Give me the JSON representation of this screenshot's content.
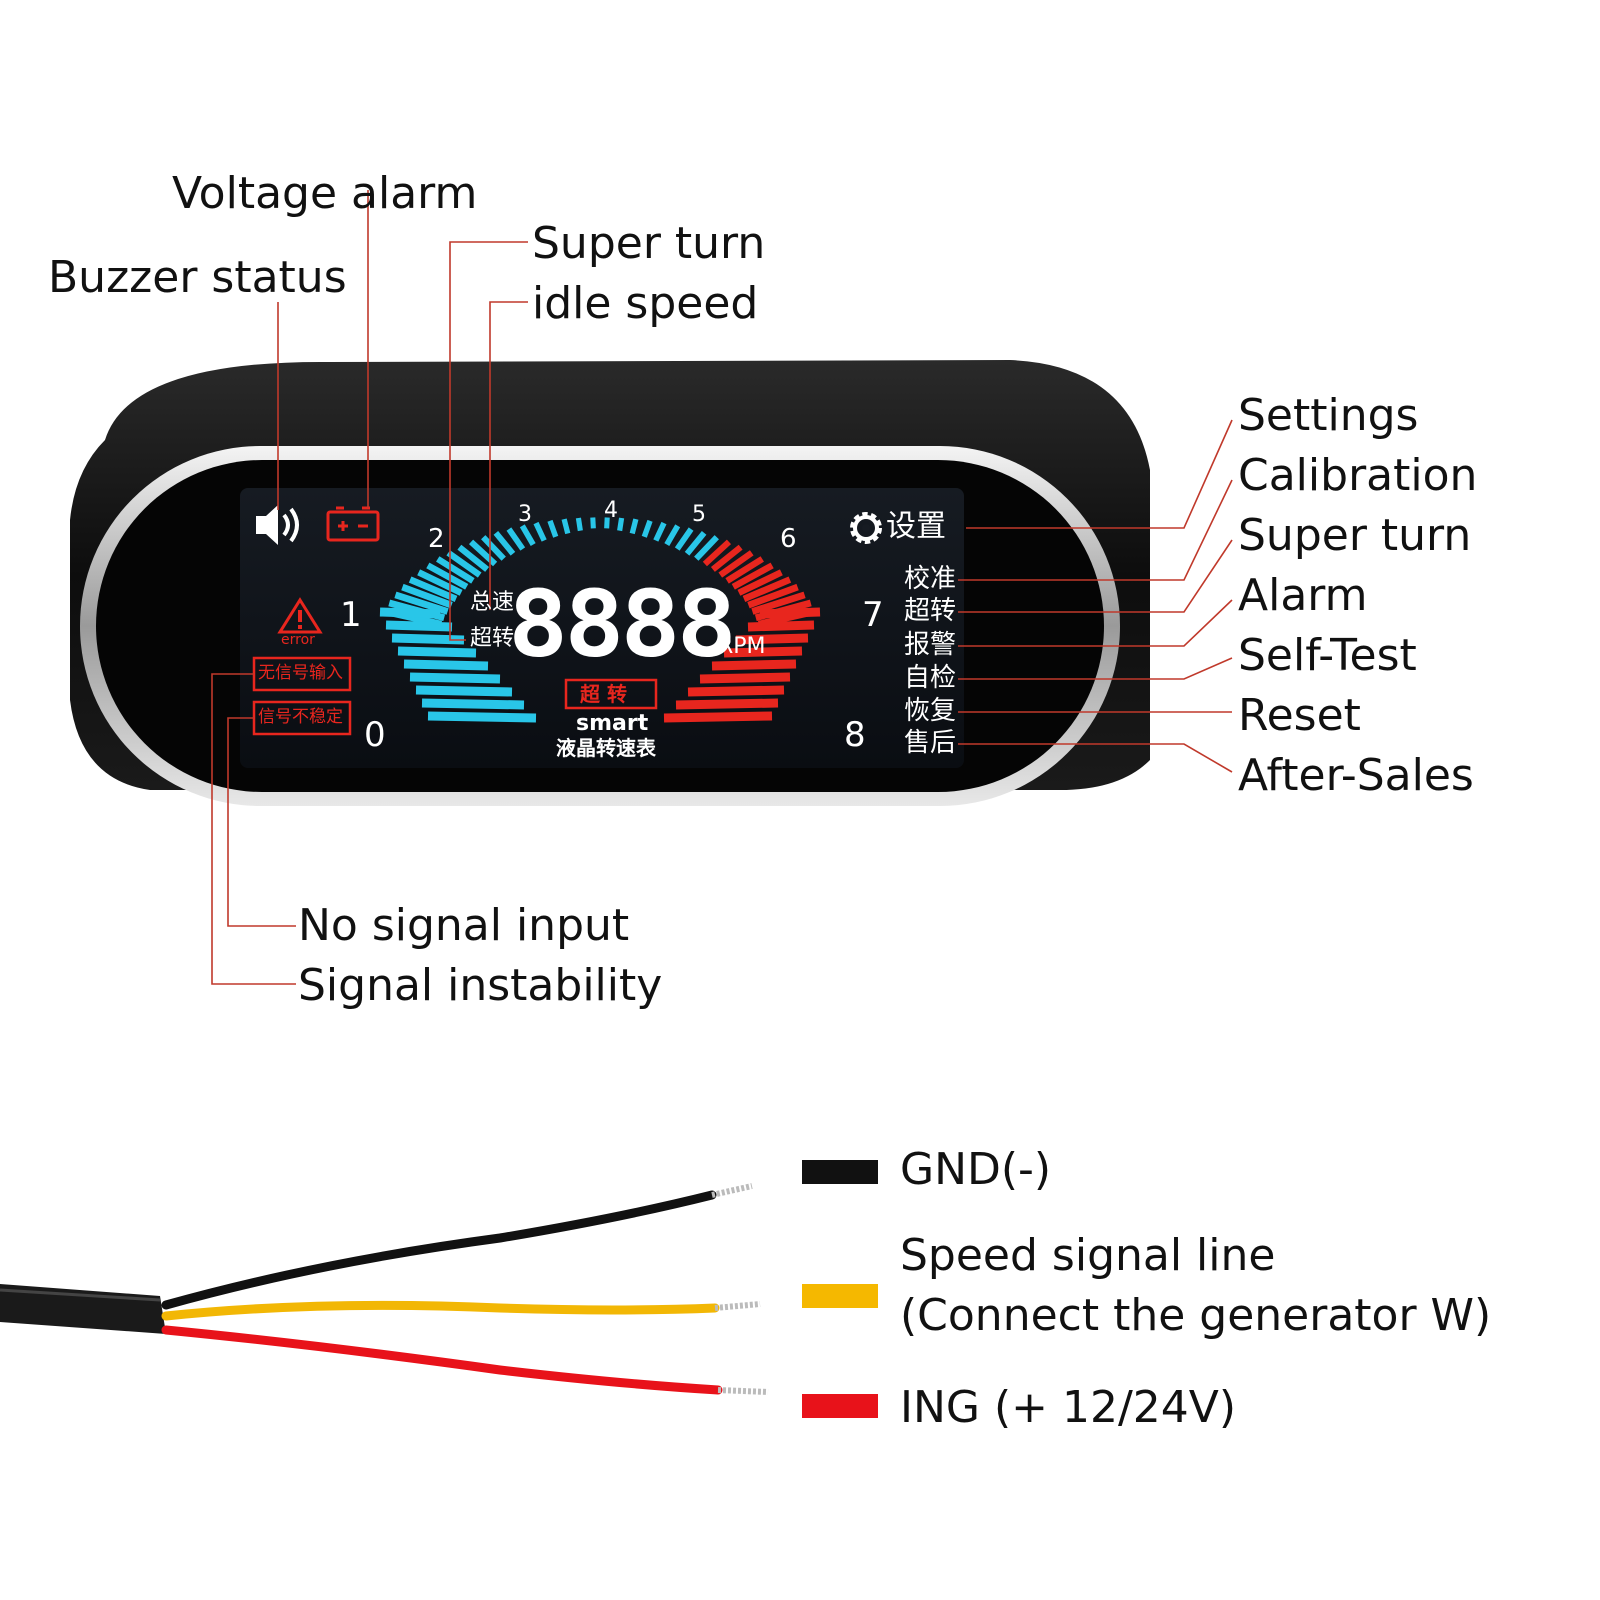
{
  "callouts": {
    "voltage_alarm": "Voltage alarm",
    "buzzer_status": "Buzzer status",
    "super_turn_top": "Super turn",
    "idle_speed": "idle speed",
    "settings": "Settings",
    "calibration": "Calibration",
    "super_turn_right": "Super turn",
    "alarm": "Alarm",
    "self_test": "Self-Test",
    "reset": "Reset",
    "after_sales": "After-Sales",
    "no_signal_input": "No signal input",
    "signal_instability": "Signal instability"
  },
  "display": {
    "scale_numbers": [
      "0",
      "1",
      "2",
      "3",
      "4",
      "5",
      "6",
      "7",
      "8"
    ],
    "digits": "8888",
    "rpm_unit": "RPM",
    "label_idle": "总速",
    "label_super": "超转",
    "overspeed_badge": "超 转",
    "brand": "smart",
    "subtitle": "液晶转速表",
    "error_label": "error",
    "no_signal_cn": "无信号输入",
    "signal_unstable_cn": "信号不稳定",
    "menu": {
      "settings": "设置",
      "calibration": "校准",
      "super_turn": "超转",
      "alarm": "报警",
      "self_test": "自检",
      "reset": "恢复",
      "after_sales": "售后"
    }
  },
  "wires": [
    {
      "label": "GND(-)",
      "color": "#111111"
    },
    {
      "label_line1": "Speed signal line",
      "label_line2": "(Connect the generator W)",
      "color": "#f5b800"
    },
    {
      "label": "ING (+ 12/24V)",
      "color": "#e8121a"
    }
  ],
  "colors": {
    "accent_cyan": "#29c6e8",
    "accent_red": "#e8261e",
    "leader_red": "#c0392b"
  },
  "icons": [
    "speaker-icon",
    "battery-icon",
    "warning-icon",
    "gear-icon"
  ]
}
